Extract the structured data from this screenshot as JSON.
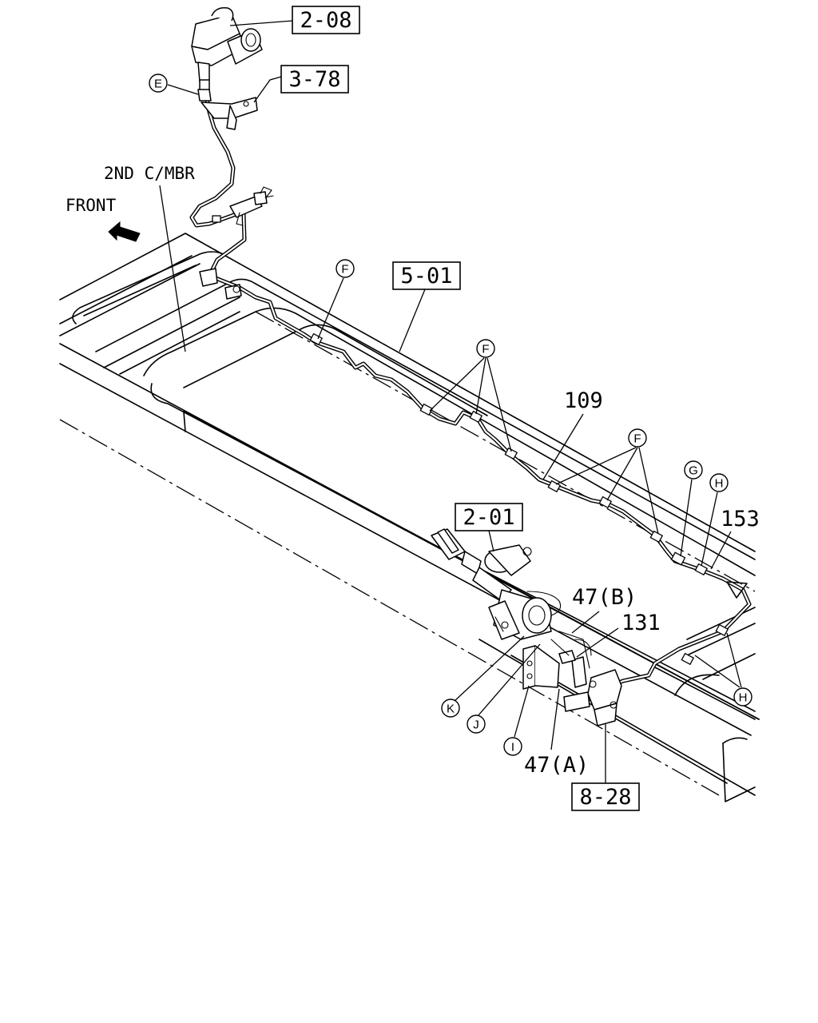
{
  "labels": {
    "ref_2_08": "2-08",
    "ref_3_78": "3-78",
    "ref_5_01": "5-01",
    "ref_2_01": "2-01",
    "ref_8_28": "8-28",
    "part_109": "109",
    "part_153": "153",
    "part_131": "131",
    "part_47b": "47(B)",
    "part_47a": "47(A)",
    "front": "FRONT",
    "crossmember": "2ND C/MBR"
  },
  "callouts": {
    "E": "E",
    "F": "F",
    "G": "G",
    "H": "H",
    "I": "I",
    "J": "J",
    "K": "K"
  }
}
